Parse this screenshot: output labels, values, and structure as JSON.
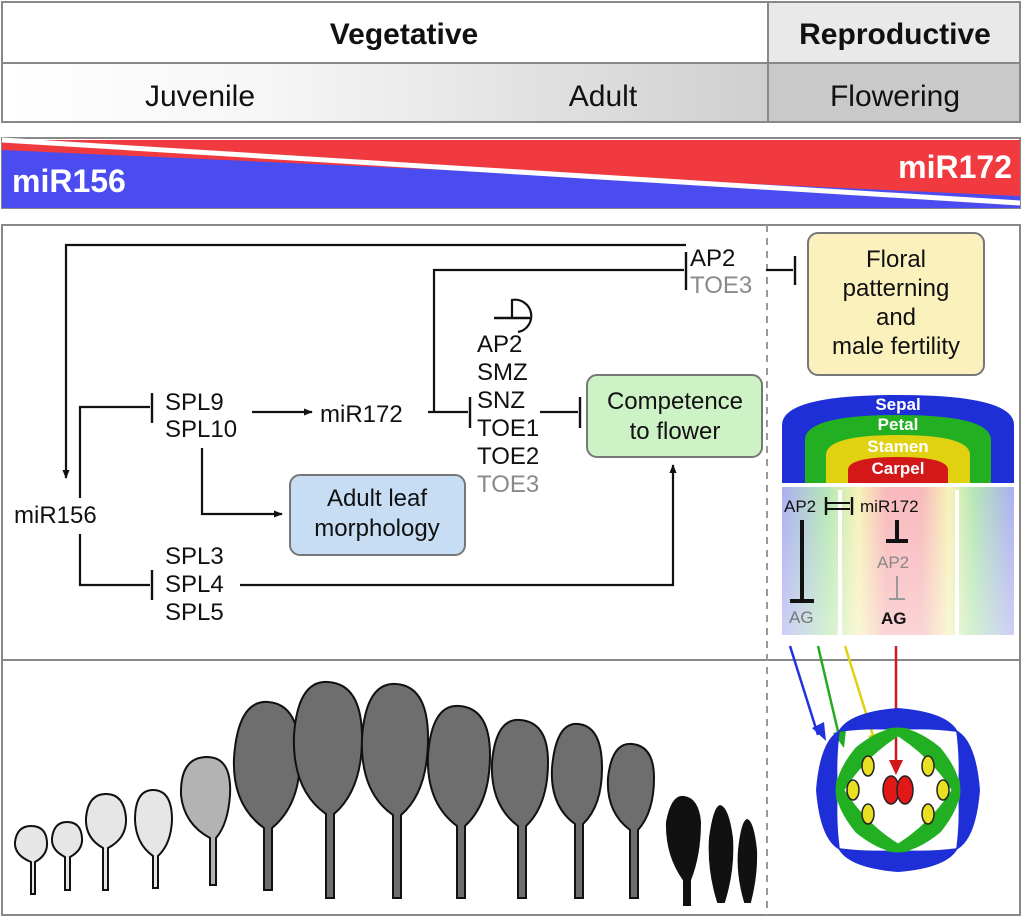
{
  "header": {
    "vegetative": "Vegetative",
    "reproductive": "Reproductive",
    "juvenile": "Juvenile",
    "adult": "Adult",
    "flowering": "Flowering"
  },
  "gradient": {
    "left_label": "miR156",
    "right_label": "miR172",
    "left_color": "#4a4cf0",
    "right_color": "#f03a3f"
  },
  "network": {
    "mir156": "miR156",
    "spl9": "SPL9",
    "spl10": "SPL10",
    "mir172": "miR172",
    "ap2": "AP2",
    "smz": "SMZ",
    "snz": "SNZ",
    "toe1": "TOE1",
    "toe2": "TOE2",
    "toe3": "TOE3",
    "ap2_top": "AP2",
    "toe3_top": "TOE3",
    "spl3": "SPL3",
    "spl4": "SPL4",
    "spl5": "SPL5",
    "box_adult_leaf": [
      "Adult leaf",
      "morphology"
    ],
    "box_competence": [
      "Competence",
      "to flower"
    ],
    "box_floral": [
      "Floral",
      "patterning",
      "and",
      "male fertility"
    ]
  },
  "floral_layers": [
    "Sepal",
    "Petal",
    "Stamen",
    "Carpel"
  ],
  "abc": {
    "ap2": "AP2",
    "mir172": "miR172",
    "ap2_lower": "AP2",
    "ag_left": "AG",
    "ag_right": "AG"
  },
  "colors": {
    "box_floral": "#fbf1bd",
    "box_competence": "#cdf2c6",
    "box_adult_leaf": "#c7ddf4",
    "sepal": "#1f2fd8",
    "petal": "#22b022",
    "stamen": "#e0d210",
    "carpel": "#d21818"
  }
}
